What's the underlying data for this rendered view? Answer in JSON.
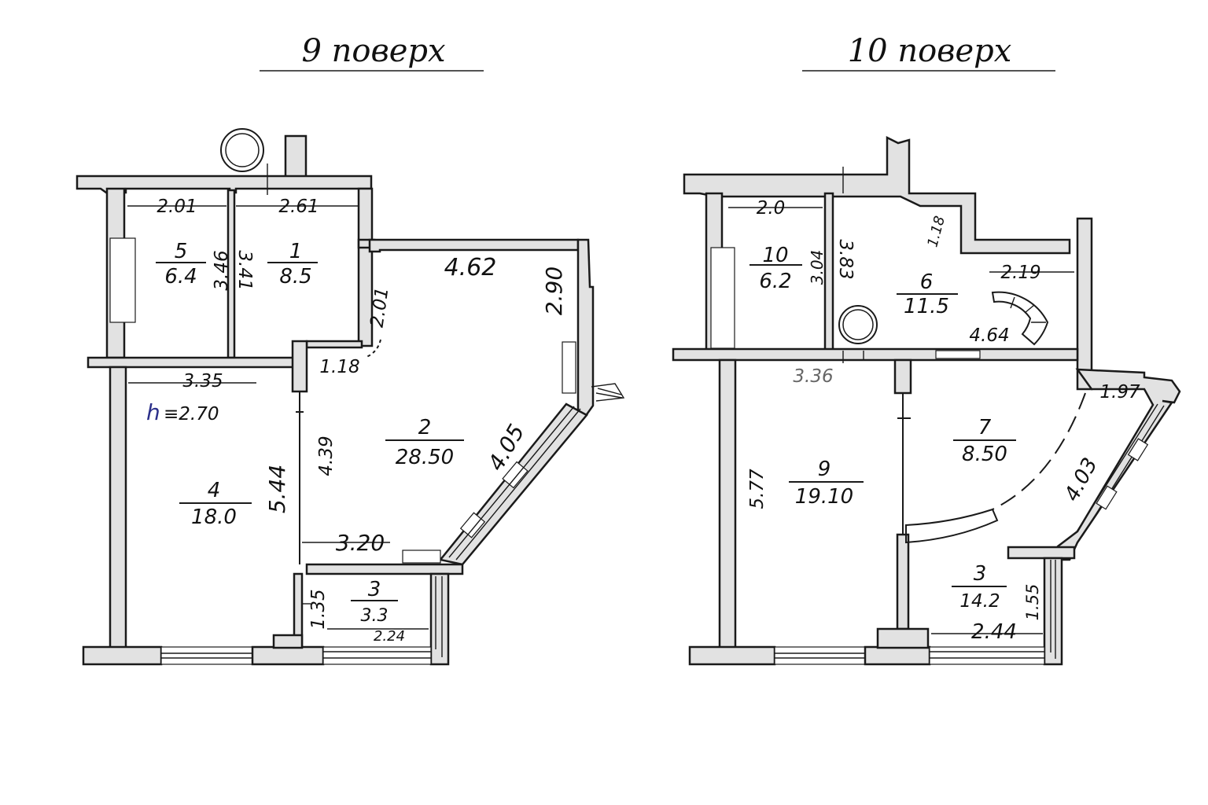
{
  "floors": [
    {
      "title": "9 поверх",
      "ceiling_mark": "h",
      "ceiling_height": "≡2.70",
      "rooms": [
        {
          "number": "5",
          "area": "6.4"
        },
        {
          "number": "1",
          "area": "8.5"
        },
        {
          "number": "2",
          "area": "28.50"
        },
        {
          "number": "4",
          "area": "18.0"
        },
        {
          "number": "3",
          "area": "3.3"
        }
      ],
      "dimensions": {
        "d_2_01_top": "2.01",
        "d_2_61": "2.61",
        "d_3_46": "3.46",
        "d_3_41": "3.41",
        "d_4_62": "4.62",
        "d_2_90": "2.90",
        "d_2_01_diag": "2.01",
        "d_1_18": "1.18",
        "d_3_35": "3.35",
        "d_4_39": "4.39",
        "d_5_44": "5.44",
        "d_4_05": "4.05",
        "d_3_20": "3.20",
        "d_1_35": "1.35",
        "d_2_24": "2.24"
      }
    },
    {
      "title": "10 поверх",
      "rooms": [
        {
          "number": "10",
          "area": "6.2"
        },
        {
          "number": "6",
          "area": "11.5"
        },
        {
          "number": "7",
          "area": "8.50"
        },
        {
          "number": "9",
          "area": "19.10"
        },
        {
          "number": "3",
          "area": "14.2"
        }
      ],
      "dimensions": {
        "d_2_0": "2.0",
        "d_3_04": "3.04",
        "d_3_83": "3.83",
        "d_1_18": "1.18",
        "d_2_19": "2.19",
        "d_4_64": "4.64",
        "d_3_36": "3.36",
        "d_1_97": "1.97",
        "d_5_77": "5.77",
        "d_4_03": "4.03",
        "d_1_55": "1.55",
        "d_2_44": "2.44"
      }
    }
  ],
  "colors": {
    "wall_fill": "#e2e2e2",
    "line": "#1a1a1a",
    "background": "#ffffff",
    "handwriting": "#2b2f8a"
  }
}
